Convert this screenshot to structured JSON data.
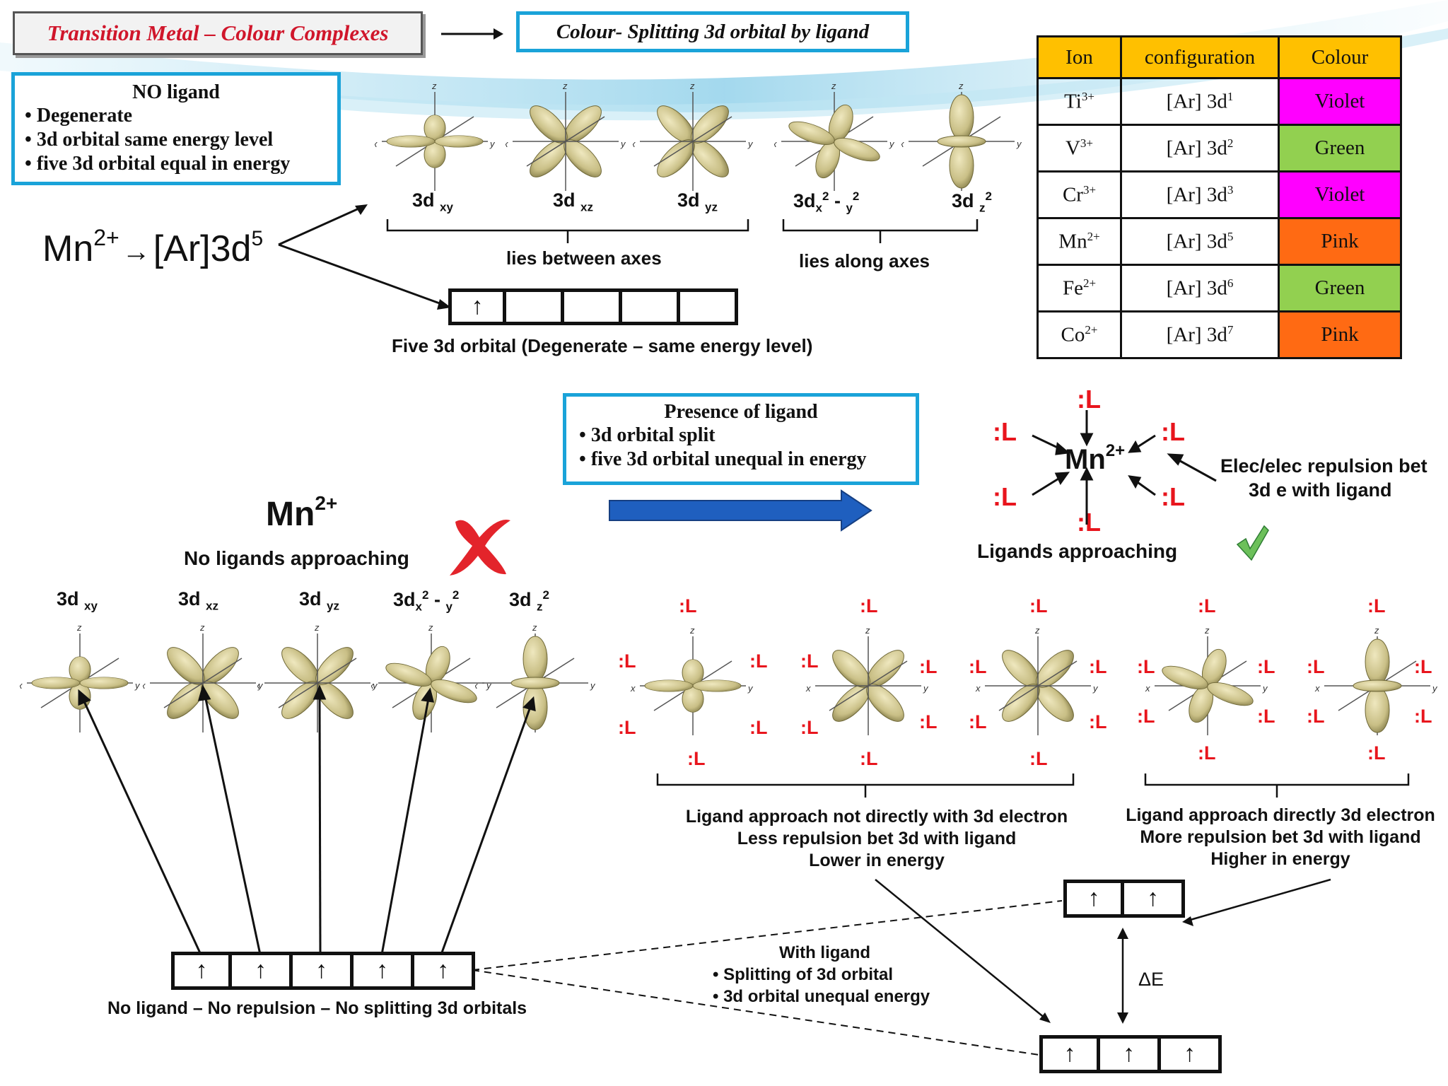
{
  "title": "Transition Metal – Colour Complexes",
  "subtitle": "Colour- Splitting  3d orbital  by ligand",
  "no_ligand_box": {
    "heading": "NO  ligand",
    "items": [
      "Degenerate",
      "3d orbital same energy level",
      "five 3d orbital equal in energy"
    ]
  },
  "config": {
    "ion": "Mn",
    "charge": "2+",
    "arrow": "→",
    "configuration": "[Ar]3d",
    "exponent": "5"
  },
  "orbital_names": [
    {
      "base": "3d",
      "sub": "xy"
    },
    {
      "base": "3d",
      "sub": "xz"
    },
    {
      "base": "3d",
      "sub": "yz"
    },
    {
      "base": "3d",
      "sub": "x",
      "sup1": "2",
      "mid": " - ",
      "sub2": "y",
      "sup2": "2"
    },
    {
      "base": "3d",
      "sub": "z",
      "sup": "2"
    }
  ],
  "captions": {
    "between_axes": "lies between axes",
    "along_axes": "lies along axes",
    "five_degenerate": "Five 3d orbital (Degenerate – same energy level)",
    "no_ligands_approaching": "No ligands approaching",
    "ligands_approaching": "Ligands approaching",
    "elec_repulsion_1": "Elec/elec repulsion bet",
    "elec_repulsion_2": "3d e with ligand",
    "no_splitting": "No ligand – No repulsion – No splitting 3d orbitals",
    "lower_1": "Ligand approach not directly with 3d electron",
    "lower_2": "Less repulsion bet 3d with ligand",
    "lower_3": "Lower in energy",
    "higher_1": "Ligand approach directly 3d electron",
    "higher_2": "More repulsion bet 3d with ligand",
    "higher_3": "Higher in energy",
    "with_ligand": "With ligand",
    "with_items": [
      "Splitting of 3d orbital",
      "3d orbital unequal energy"
    ],
    "delta_e": "ΔE"
  },
  "presence_box": {
    "heading": "Presence of ligand",
    "items": [
      "3d orbital split",
      "five 3d orbital unequal in energy"
    ]
  },
  "mn_label": {
    "ion": "Mn",
    "charge": "2+"
  },
  "ligand_symbol": ":L",
  "electron_arrow": "↑",
  "table": {
    "headers": [
      "Ion",
      "configuration",
      "Colour"
    ],
    "rows": [
      {
        "ion": "Ti",
        "charge": "3+",
        "config": "[Ar] 3d",
        "exp": "1",
        "colour": "Violet",
        "color_hex": "#ff00ff"
      },
      {
        "ion": "V",
        "charge": "3+",
        "config": "[Ar] 3d",
        "exp": "2",
        "colour": "Green",
        "color_hex": "#92d050"
      },
      {
        "ion": "Cr",
        "charge": "3+",
        "config": "[Ar] 3d",
        "exp": "3",
        "colour": "Violet",
        "color_hex": "#ff00ff"
      },
      {
        "ion": "Mn",
        "charge": "2+",
        "config": "[Ar] 3d",
        "exp": "5",
        "colour": "Pink",
        "color_hex": "#ff6a13"
      },
      {
        "ion": "Fe",
        "charge": "2+",
        "config": "[Ar] 3d",
        "exp": "6",
        "colour": "Green",
        "color_hex": "#92d050"
      },
      {
        "ion": "Co",
        "charge": "2+",
        "config": "[Ar] 3d",
        "exp": "7",
        "colour": "Pink",
        "color_hex": "#ff6a13"
      }
    ]
  },
  "colors": {
    "accent_border": "#1aa3d9",
    "title_red": "#d0162b",
    "ligand_red": "#e8151d",
    "arrow_blue": "#1f5fbf",
    "lobe": "#c9bf86"
  }
}
